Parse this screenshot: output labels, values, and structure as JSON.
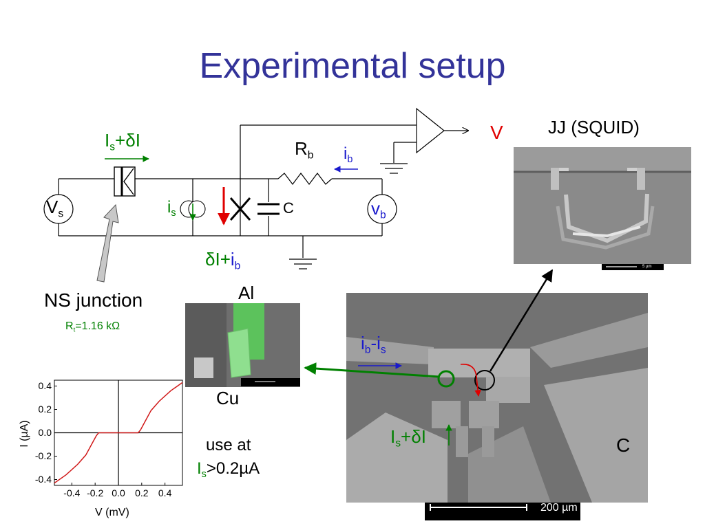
{
  "title": "Experimental setup",
  "colors": {
    "title": "#333399",
    "green": "#008000",
    "blue": "#1a1acc",
    "red": "#e00000",
    "curve": "#d01818"
  },
  "circuit": {
    "isdi": {
      "main": "I",
      "sub": "s",
      "rest": "+δI"
    },
    "vs": {
      "main": "V",
      "sub": "s"
    },
    "is": {
      "main": "i",
      "sub": "s"
    },
    "c": "C",
    "vb": {
      "main": "v",
      "sub": "b"
    },
    "rb": {
      "main": "R",
      "sub": "b"
    },
    "ib": {
      "main": "i",
      "sub": "b"
    },
    "v_out": "V",
    "dib": {
      "a": "δI+",
      "b": "i",
      "sub": "b"
    }
  },
  "jj_label": "JJ (SQUID)",
  "jj_scale": "5 µm",
  "ns_label": "NS junction",
  "rt": {
    "main": "R",
    "sub": "t",
    "rest": "=1.16 kΩ"
  },
  "al_label": "Al",
  "cu_label": "Cu",
  "use_at": {
    "line1": "use at",
    "main": "I",
    "sub": "s",
    "rest": ">0.2µA"
  },
  "sem": {
    "ibis": {
      "main": "i",
      "sub": "b",
      "rest": "-i",
      "sub2": "s"
    },
    "isdi": {
      "main": "I",
      "sub": "s",
      "rest": "+δI"
    },
    "c": "C",
    "scale": "200 µm"
  },
  "chart_data": {
    "type": "line",
    "xlabel": "V (mV)",
    "ylabel": "I (µA)",
    "xlim": [
      -0.55,
      0.55
    ],
    "ylim": [
      -0.45,
      0.45
    ],
    "x_ticks": [
      "-0.4",
      "-0.2",
      "0.0",
      "0.2",
      "0.4"
    ],
    "y_ticks": [
      "0.4",
      "0.2",
      "0.0",
      "-0.2",
      "-0.4"
    ],
    "series": [
      {
        "x": [
          -0.55,
          -0.45,
          -0.35,
          -0.28,
          -0.22,
          -0.19,
          -0.17,
          -0.1,
          0.0,
          0.1,
          0.17,
          0.19,
          0.22,
          0.28,
          0.35,
          0.45,
          0.55
        ],
        "y": [
          -0.43,
          -0.36,
          -0.27,
          -0.19,
          -0.08,
          -0.025,
          0.0,
          0.0,
          0.0,
          0.0,
          0.0,
          0.025,
          0.08,
          0.19,
          0.27,
          0.36,
          0.43
        ]
      }
    ]
  }
}
